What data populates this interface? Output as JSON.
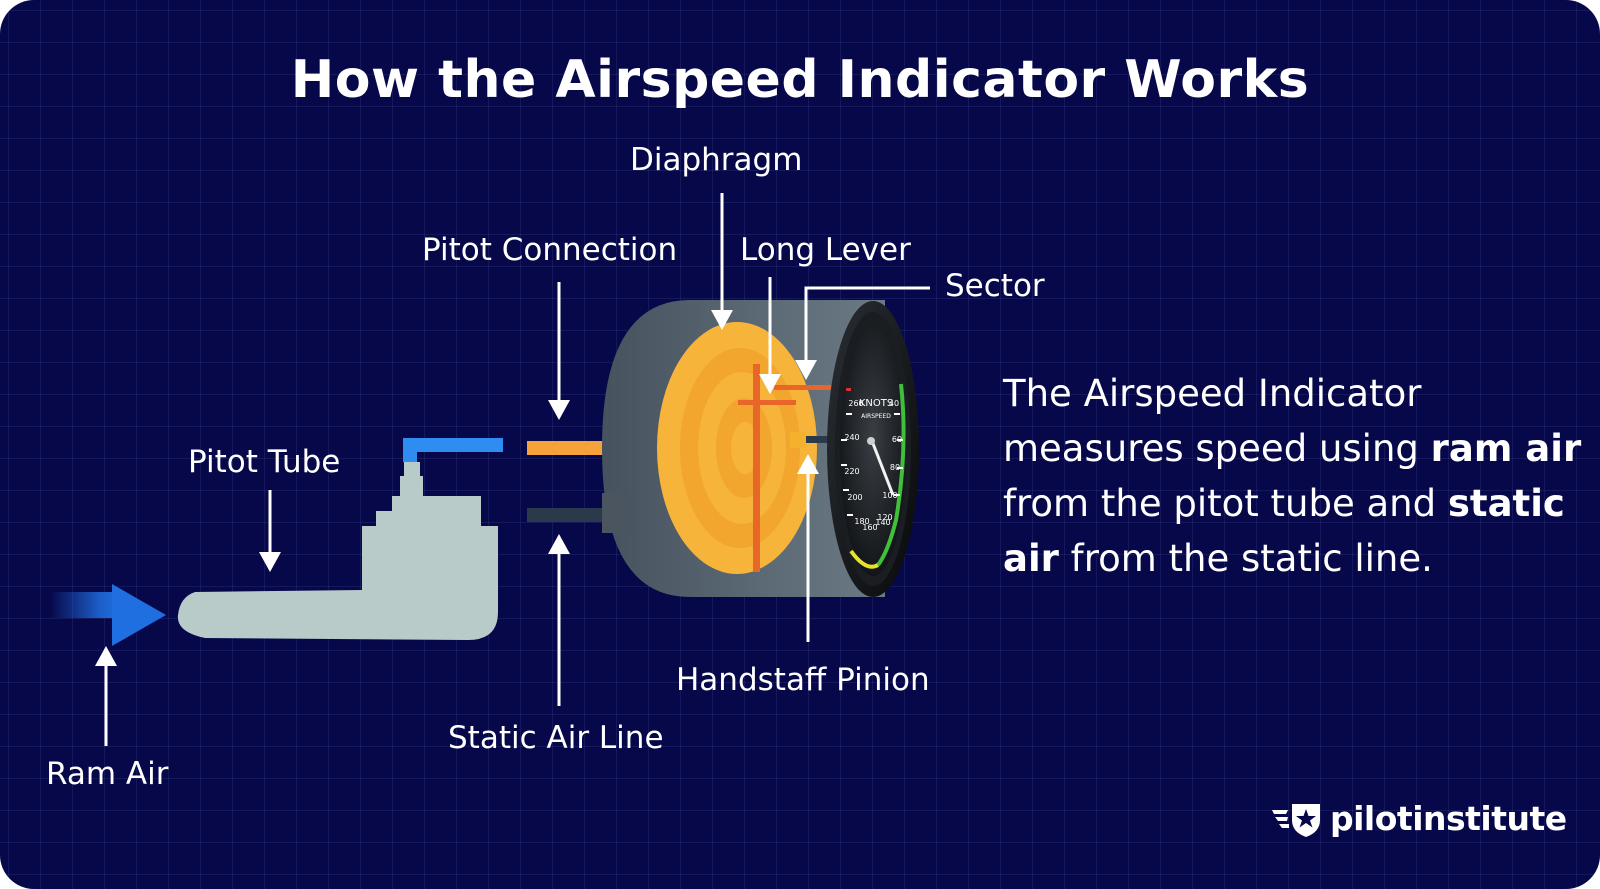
{
  "title": "How the Airspeed Indicator Works",
  "labels": {
    "diaphragm": "Diaphragm",
    "pitot_connection": "Pitot Connection",
    "long_lever": "Long Lever",
    "sector": "Sector",
    "pitot_tube": "Pitot Tube",
    "ram_air": "Ram Air",
    "static_air_line": "Static Air Line",
    "handstaff_pinion": "Handstaff Pinion"
  },
  "gauge": {
    "face_line1": "KNOTS",
    "face_line2": "AIRSPEED",
    "ticks": [
      "40",
      "60",
      "80",
      "100",
      "120",
      "140",
      "160",
      "180",
      "200",
      "220",
      "240",
      "260"
    ]
  },
  "description": {
    "part1": "The Airspeed Indicator measures speed using ",
    "bold1": "ram air",
    "part2": " from the pitot tube and ",
    "bold2": "static air",
    "part3": " from the static line."
  },
  "logo": {
    "text": "pilotinstitute",
    "icon": "winged-star-shield-icon"
  },
  "colors": {
    "background": "#07084a",
    "pitot_blue": "#2f8cf0",
    "ram_arrow": "#1f6fe0",
    "pitot_orange": "#f5a23a",
    "diaphragm_gold": "#f7b43a",
    "lever_orange": "#e8662a",
    "case_gray": "#566470",
    "tube_gray": "#b9cbc8"
  }
}
